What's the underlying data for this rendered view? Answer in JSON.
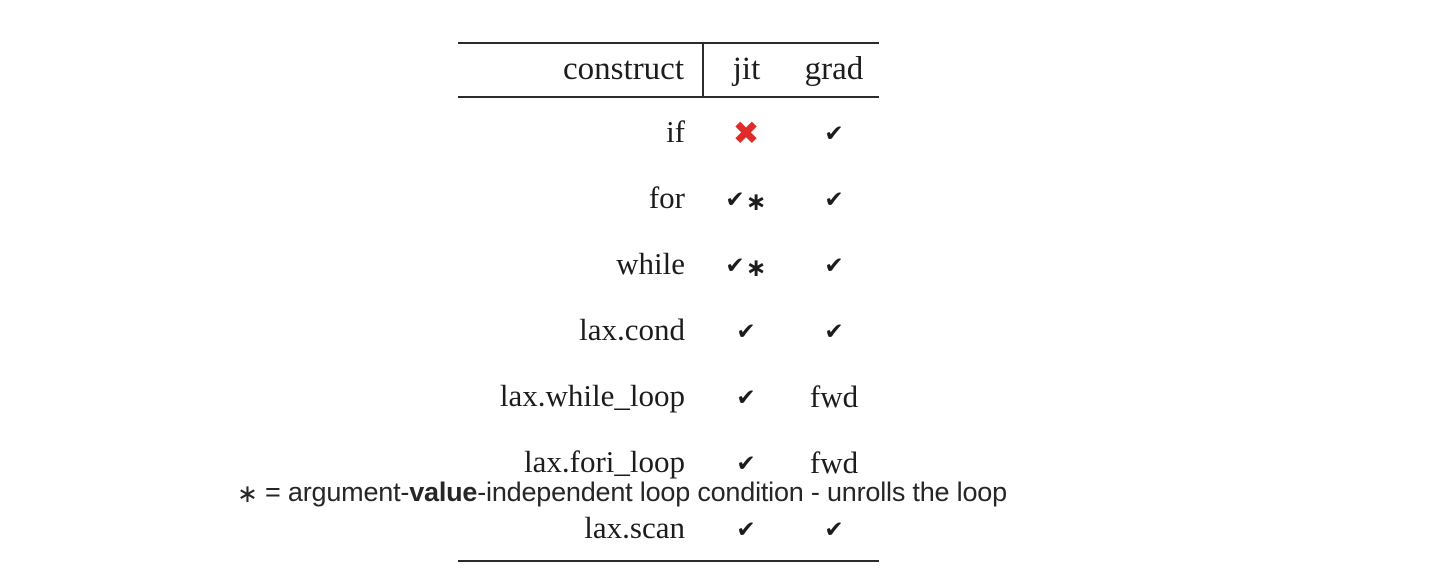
{
  "table": {
    "columns": [
      {
        "key": "construct",
        "label": "construct",
        "align": "right"
      },
      {
        "key": "jit",
        "label": "jit",
        "align": "center"
      },
      {
        "key": "grad",
        "label": "grad",
        "align": "center"
      }
    ],
    "header": {
      "construct": "construct",
      "jit": "jit",
      "grad": "grad"
    },
    "rows": [
      {
        "construct": "if",
        "jit": {
          "type": "cross",
          "glyph": "✖",
          "label": "not supported",
          "color": "#e02b2b"
        },
        "grad": {
          "type": "check",
          "glyph": "✔",
          "label": "supported"
        }
      },
      {
        "construct": "for",
        "jit": {
          "type": "check-star",
          "glyph": "✔",
          "star": "∗",
          "label": "supported with caveat"
        },
        "grad": {
          "type": "check",
          "glyph": "✔",
          "label": "supported"
        }
      },
      {
        "construct": "while",
        "jit": {
          "type": "check-star",
          "glyph": "✔",
          "star": "∗",
          "label": "supported with caveat"
        },
        "grad": {
          "type": "check",
          "glyph": "✔",
          "label": "supported"
        }
      },
      {
        "construct": "lax.cond",
        "jit": {
          "type": "check",
          "glyph": "✔",
          "label": "supported"
        },
        "grad": {
          "type": "check",
          "glyph": "✔",
          "label": "supported"
        }
      },
      {
        "construct": "lax.while_loop",
        "jit": {
          "type": "check",
          "glyph": "✔",
          "label": "supported"
        },
        "grad": {
          "type": "text",
          "text": "fwd",
          "label": "forward-mode only"
        }
      },
      {
        "construct": "lax.fori_loop",
        "jit": {
          "type": "check",
          "glyph": "✔",
          "label": "supported"
        },
        "grad": {
          "type": "text",
          "text": "fwd",
          "label": "forward-mode only"
        }
      },
      {
        "construct": "lax.scan",
        "jit": {
          "type": "check",
          "glyph": "✔",
          "label": "supported"
        },
        "grad": {
          "type": "check",
          "glyph": "✔",
          "label": "supported"
        }
      }
    ]
  },
  "footnote": {
    "star": "∗",
    "prefix": " = argument-",
    "emphasis": "value",
    "suffix": "-independent loop condition - unrolls the loop",
    "full_text": "∗ = argument-value-independent loop condition - unrolls the loop"
  },
  "colors": {
    "background": "#ffffff",
    "rule": "#2b2b2b",
    "text": "#1c1c1c",
    "cross_red": "#e02b2b",
    "footnote_text": "#262626"
  }
}
